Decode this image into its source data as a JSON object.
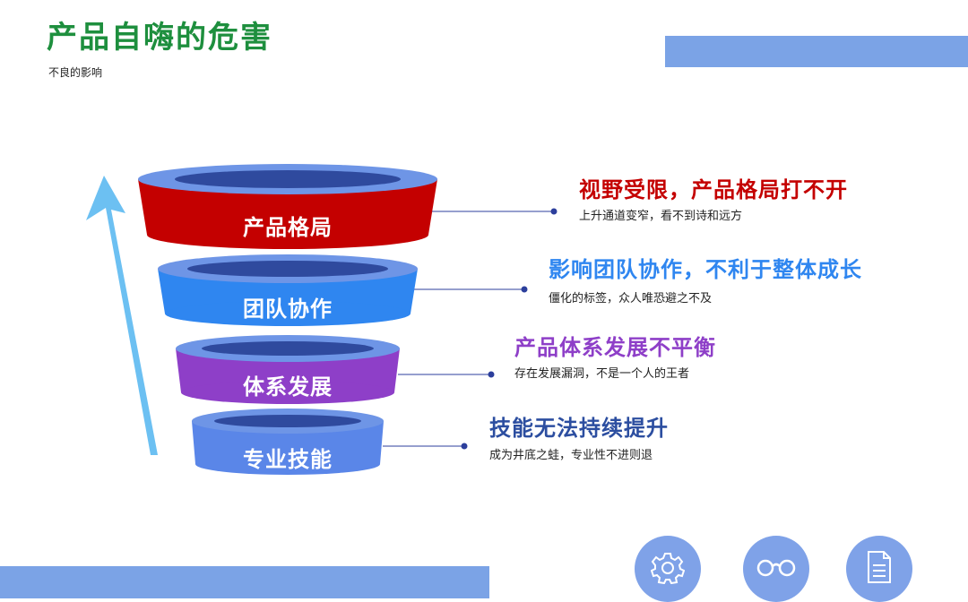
{
  "header": {
    "title": "产品自嗨的危害",
    "subtitle": "不良的影响"
  },
  "colors": {
    "title": "#1e8f3e",
    "accent_bar": "#7ba3e6",
    "arrow": "#6cc0f2",
    "layer_red": "#c40000",
    "layer_blue": "#2f86f0",
    "layer_purple": "#8e3fc8",
    "layer_periwinkle": "#5a86e8",
    "rim": "#6e95e6",
    "rim_inner": "#2f4a9e",
    "connector": "#2c3f9c",
    "icon_circle": "#7fa2e8"
  },
  "funnel": {
    "layers": [
      {
        "label": "产品格局",
        "color": "#c40000"
      },
      {
        "label": "团队协作",
        "color": "#2f86f0"
      },
      {
        "label": "体系发展",
        "color": "#8e3fc8"
      },
      {
        "label": "专业技能",
        "color": "#5a86e8"
      }
    ]
  },
  "points": [
    {
      "title": "视野受限，产品格局打不开",
      "text": "上升通道变窄，看不到诗和远方",
      "title_color": "#c40000"
    },
    {
      "title": "影响团队协作，不利于整体成长",
      "text": "僵化的标签，众人唯恐避之不及",
      "title_color": "#2f86f0"
    },
    {
      "title": "产品体系发展不平衡",
      "text": "存在发展漏洞，不是一个人的王者",
      "title_color": "#8e3fc8"
    },
    {
      "title": "技能无法持续提升",
      "text": "成为井底之蛙，专业性不进则退",
      "title_color": "#2c4ea0"
    }
  ],
  "icons": [
    "gear-icon",
    "glasses-icon",
    "document-icon"
  ]
}
